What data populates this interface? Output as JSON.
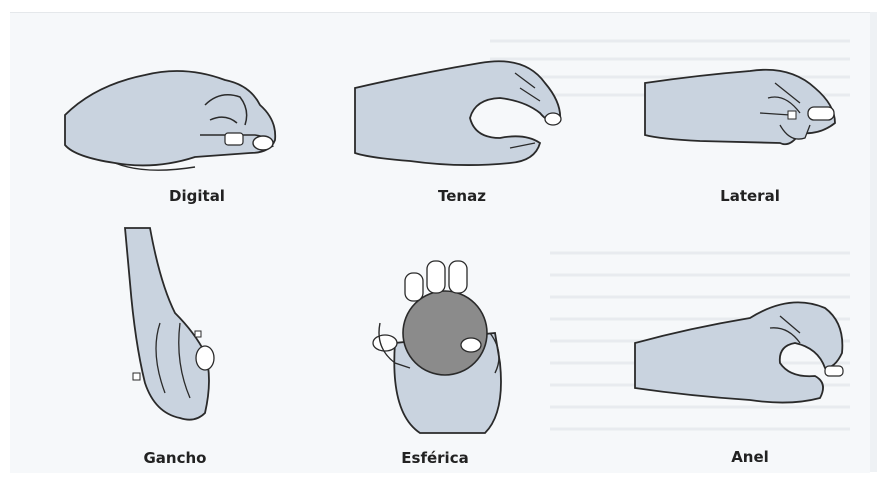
{
  "grips": [
    {
      "id": "digital",
      "label": "Digital"
    },
    {
      "id": "tenaz",
      "label": "Tenaz"
    },
    {
      "id": "lateral",
      "label": "Lateral"
    },
    {
      "id": "gancho",
      "label": "Gancho"
    },
    {
      "id": "esferica",
      "label": "Esférica"
    },
    {
      "id": "anel",
      "label": "Anel"
    }
  ],
  "colors": {
    "skin_shade": "#c9d3df",
    "outline": "#2a2a2a",
    "ball": "#8b8b8b"
  }
}
